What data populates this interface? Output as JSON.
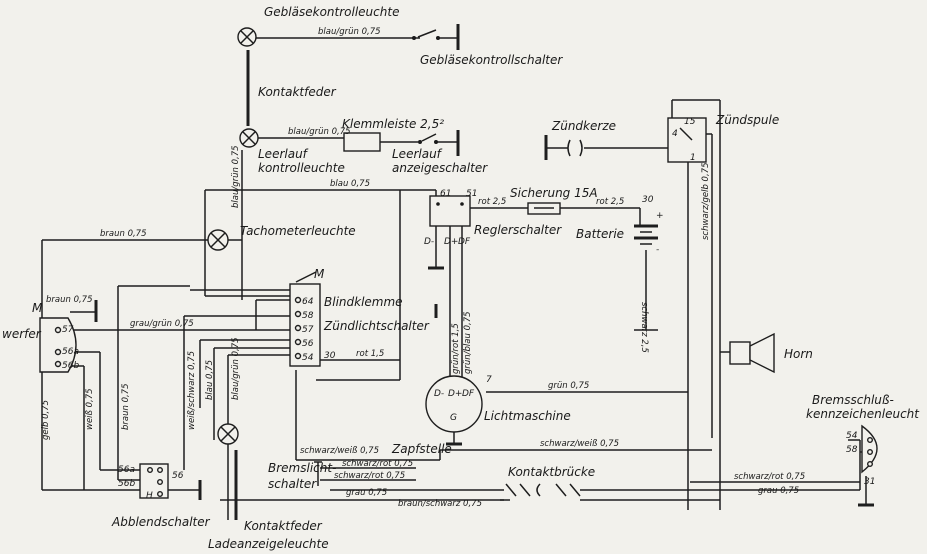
{
  "components": {
    "geblaesekontrollleuchte": "Gebläsekontrolleuchte",
    "geblaesekontrollschalter": "Gebläsekontrollschalter",
    "kontaktfeder_top": "Kontaktfeder",
    "leerlauf_leuchte_1": "Leerlauf",
    "leerlauf_leuchte_2": "kontrolleuchte",
    "klemmleiste": "Klemmleiste 2,5²",
    "leerlauf_schalter_1": "Leerlauf",
    "leerlauf_schalter_2": "anzeigeschalter",
    "zuendkerze": "Zündkerze",
    "zuendspule": "Zündspule",
    "tachometerleuchte": "Tachometerleuchte",
    "sicherung": "Sicherung 15A",
    "reglerschalter": "Reglerschalter",
    "batterie": "Batterie",
    "blindklemme": "Blindklemme",
    "zuendlichtschalter": "Zündlichtschalter",
    "werfer": "werfer",
    "lichtmaschine": "Lichtmaschine",
    "horn": "Horn",
    "bremsschluss_1": "Bremsschluß-",
    "bremsschluss_2": "kennzeichenleucht",
    "zapfstelle": "Zapfstelle",
    "bremslicht_1": "Bremslicht-",
    "bremslicht_2": "schalter",
    "kontaktbruecke": "Kontaktbrücke",
    "abblendschalter": "Abblendschalter",
    "kontaktfeder_bottom": "Kontaktfeder",
    "ladeanzeigeleuchte": "Ladeanzeigeleuchte"
  },
  "wires": {
    "blaugruen_top": "blau/grün 0,75",
    "blaugruen_left": "blau/grün 0,75",
    "blaugruen_leerlauf": "blau/grün 0,75",
    "blau": "blau 0,75",
    "braun": "braun 0,75",
    "braun_small": "braun 0,75",
    "graugruen": "grau/grün 0,75",
    "rot25_a": "rot 2,5",
    "rot25_b": "rot 2,5",
    "rot15": "rot 1,5",
    "schwarz25": "schwarz 2,5",
    "schwarzgelb": "schwarz/gelb 0,75",
    "gruenrot": "grün/rot 1,5",
    "gruenblau": "grün/blau 0,75",
    "gruen": "grün 0,75",
    "schwarzweiss_a": "schwarz/weiß 0,75",
    "schwarzweiss_b": "schwarz/weiß 0,75",
    "schwarzrot_a": "schwarz/rot 0,75",
    "schwarzrot_b": "schwarz/rot 0,75",
    "schwarzrot_c": "schwarz/rot 0,75",
    "grau_a": "grau 0,75",
    "grau_b": "grau 0,75",
    "braunschwarz": "braun/schwarz 0,75",
    "gelb": "gelb 0,75",
    "weiss": "weiß 0,75",
    "braun_v": "braun 0,75",
    "weissschwarz": "weiß/schwarz 0,75",
    "blau_v": "blau 0,75",
    "blaugruen_v": "blau/grün 0,75"
  },
  "terminals": {
    "t61": "61",
    "t51": "51",
    "tD_minus": "D-",
    "tD_plus": "D+",
    "tDF": "DF",
    "t30_batt": "30",
    "plus": "+",
    "minus": "-",
    "tM": "M",
    "t64": "64",
    "t58": "58",
    "t57": "57",
    "t56": "56",
    "t54": "54",
    "t30_sw": "30",
    "w_M": "M",
    "w57": "57",
    "w56a": "56a",
    "w56b": "56b",
    "a56a": "56a",
    "a56b": "56b",
    "aH": "H",
    "a56": "56",
    "b54": "54",
    "b58": "58",
    "b31": "31",
    "g_minus": "D-",
    "g_plus": "D+",
    "g_DF": "DF",
    "gG": "G",
    "g7": "7",
    "z15": "15",
    "z4": "4",
    "z1": "1"
  }
}
